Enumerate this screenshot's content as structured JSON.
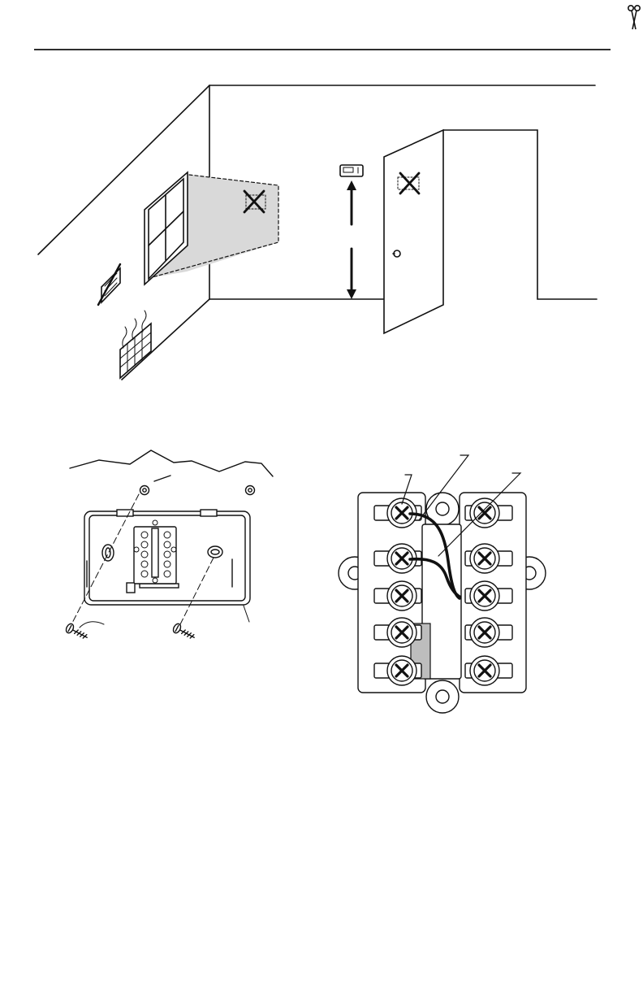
{
  "page": {
    "cut_line_glyph": "scissors-icon",
    "header_rule": true
  },
  "figure_room": {
    "items": [
      "room-wall-icon",
      "window-icon",
      "sunlight-zone",
      "thermostat-icon",
      "door-icon",
      "vent-icon",
      "heater-icon",
      "height-arrow-icon",
      "avoid-x-icon"
    ]
  },
  "figure_wallplate": {
    "items": [
      "wall-outline",
      "wall-anchor-icon",
      "wallplate-icon",
      "terminal-block-icon",
      "screw-icon"
    ]
  },
  "figure_terminals": {
    "left_column_screws": 5,
    "right_column_screws": 5,
    "items": [
      "terminal-board-icon",
      "wire-icon",
      "jumper-icon"
    ]
  },
  "colors": {
    "line": "#111111",
    "shade": "#d9d9d9",
    "jumper": "#bdbdbd",
    "paper": "#ffffff"
  }
}
